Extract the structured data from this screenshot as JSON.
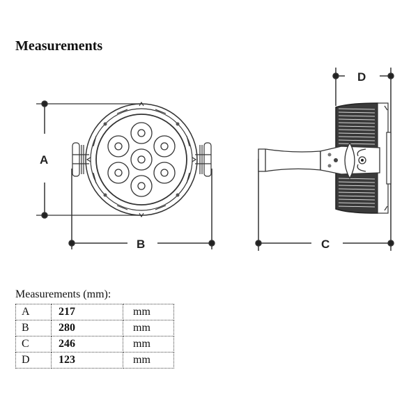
{
  "title": "Measurements",
  "dimension_labels": {
    "A": "A",
    "B": "B",
    "C": "C",
    "D": "D"
  },
  "table": {
    "caption": "Measurements (mm):",
    "rows": [
      {
        "label": "A",
        "value": "217",
        "unit": "mm"
      },
      {
        "label": "B",
        "value": "280",
        "unit": "mm"
      },
      {
        "label": "C",
        "value": "246",
        "unit": "mm"
      },
      {
        "label": "D",
        "value": "123",
        "unit": "mm"
      }
    ]
  }
}
